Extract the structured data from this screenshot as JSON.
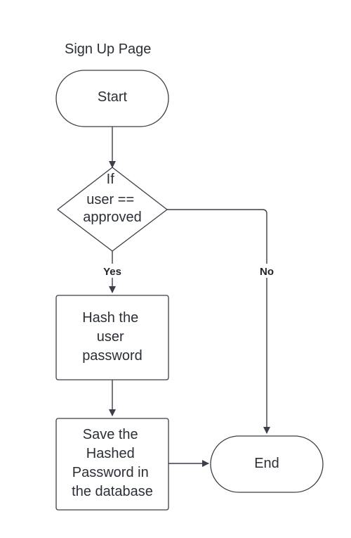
{
  "diagram": {
    "title": "Sign Up Page",
    "nodes": {
      "start": {
        "lines": [
          "Start"
        ]
      },
      "decision": {
        "lines": [
          "If",
          "user ==",
          "approved"
        ]
      },
      "hash": {
        "lines": [
          "Hash the",
          "user",
          "password"
        ]
      },
      "save": {
        "lines": [
          "Save the",
          "Hashed",
          "Password in",
          "the database"
        ]
      },
      "end": {
        "lines": [
          "End"
        ]
      }
    },
    "edges": {
      "yes_label": "Yes",
      "no_label": "No"
    }
  }
}
